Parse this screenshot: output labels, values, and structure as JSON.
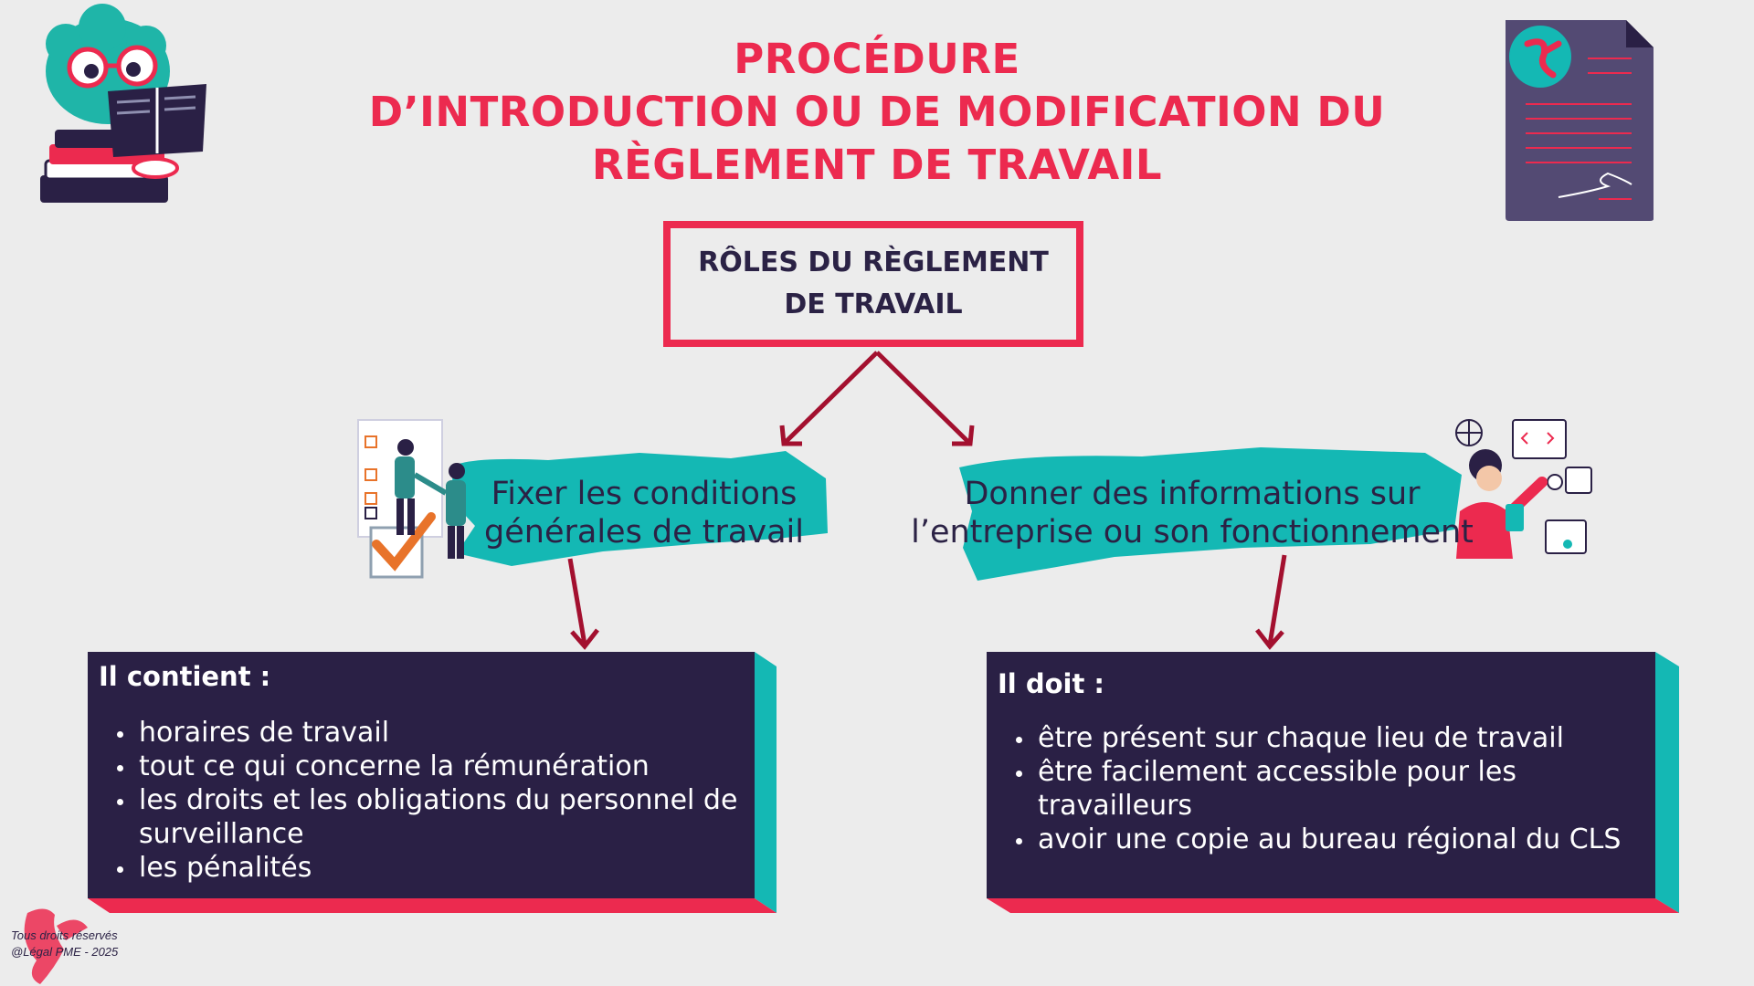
{
  "title": {
    "line1": "PROCÉDURE",
    "line2": "D’INTRODUCTION OU DE MODIFICATION DU",
    "line3": "RÈGLEMENT DE TRAVAIL"
  },
  "root": {
    "line1": "RÔLES DU RÈGLEMENT",
    "line2": "DE TRAVAIL"
  },
  "left_branch": {
    "line1": "Fixer les conditions",
    "line2": "générales de travail",
    "panel": {
      "heading": "Il contient :",
      "items": [
        "horaires de travail",
        "tout ce qui concerne la rémunération",
        "les droits et les obligations du personnel de surveillance",
        "les pénalités"
      ]
    }
  },
  "right_branch": {
    "line1": "Donner des informations sur",
    "line2": "l’entreprise ou son fonctionnement",
    "panel": {
      "heading": "Il doit :",
      "items": [
        "être présent sur chaque lieu de travail",
        "être facilement accessible pour les travailleurs",
        "avoir une copie au bureau régional du CLS"
      ]
    }
  },
  "footer": {
    "line1": "Tous droits réservés",
    "line2": "@Légal PME - 2025"
  },
  "colors": {
    "accent_red": "#ec2a4f",
    "dark_red": "#a3102f",
    "navy": "#2a2045",
    "teal": "#14b8b4",
    "background": "#ececec"
  }
}
